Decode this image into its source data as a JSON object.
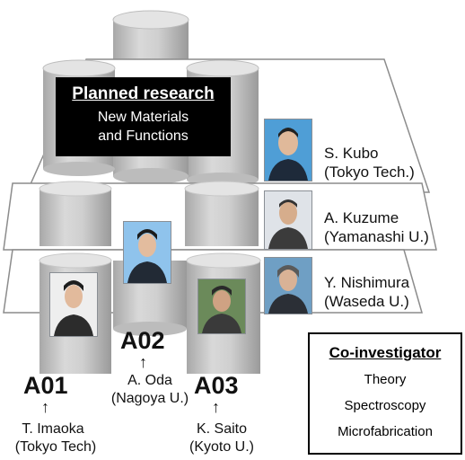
{
  "planned": {
    "title": "Planned research",
    "line1": "New Materials",
    "line2": "and Functions"
  },
  "investigators": [
    {
      "name": "S. Kubo",
      "affiliation": "(Tokyo Tech.)"
    },
    {
      "name": "A. Kuzume",
      "affiliation": "(Yamanashi U.)"
    },
    {
      "name": "Y. Nishimura",
      "affiliation": "(Waseda U.)"
    }
  ],
  "groups": [
    {
      "code": "A01",
      "name": "T. Imaoka",
      "affiliation": "(Tokyo Tech)"
    },
    {
      "code": "A02",
      "name": "A. Oda",
      "affiliation": "(Nagoya U.)"
    },
    {
      "code": "A03",
      "name": "K. Saito",
      "affiliation": "(Kyoto U.)"
    }
  ],
  "arrow_glyph": "↑",
  "coinvestigator": {
    "title": "Co-investigator",
    "items": [
      "Theory",
      "Spectroscopy",
      "Microfabrication"
    ]
  },
  "colors": {
    "cylinder_light": "#e6e6e6",
    "cylinder_mid": "#c4c4c4",
    "cylinder_dark": "#9e9e9e",
    "plane_fill": "#ffffff",
    "plane_stroke": "#8c8c8c",
    "box_fill": "#000000"
  }
}
